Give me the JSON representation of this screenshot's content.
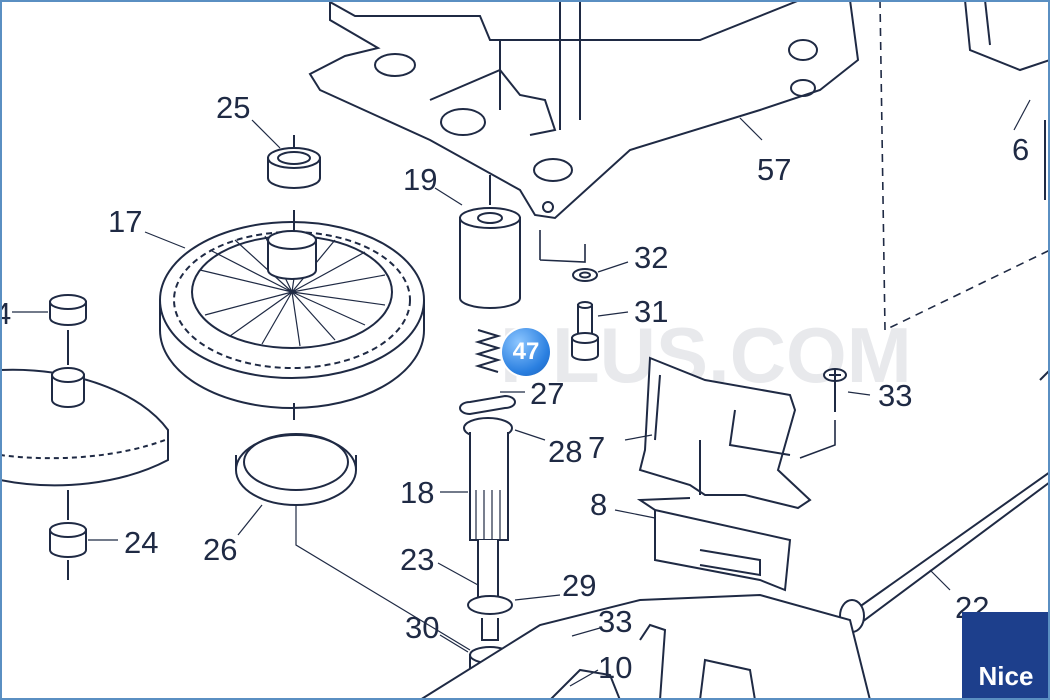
{
  "diagram": {
    "part_labels": [
      "25",
      "17",
      "19",
      "57",
      "6",
      "32",
      "31",
      "4",
      "27",
      "28",
      "7",
      "33",
      "18",
      "8",
      "26",
      "24",
      "23",
      "29",
      "30",
      "33",
      "10",
      "22"
    ],
    "watermark": "PLUS.COM",
    "brand_logo": "Nice",
    "highlight_marker": "47",
    "colors": {
      "line": "#1f2a44",
      "frame": "#5a8fc2",
      "logo_bg": "#1d3f8c",
      "marker": "#2a7fe0"
    }
  }
}
